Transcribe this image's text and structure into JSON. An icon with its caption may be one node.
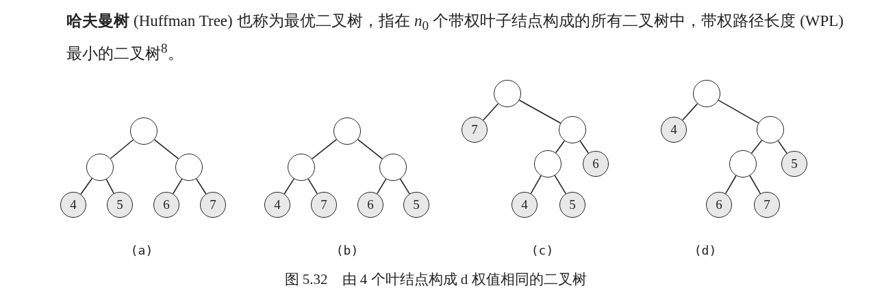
{
  "diagram": {
    "caption": "图 5.32　由 4 个叶结点构成 d 权值相同的二叉树",
    "nodes": [
      {
        "text": [],
        "shape": "circle"
      },
      {
        "text": [],
        "shape": "circle"
      },
      {
        "text": [],
        "shape": "circle"
      },
      {
        "text": [
          "4"
        ]
      },
      {
        "text": [
          "5"
        ]
      },
      {
        "text": [
          "6"
        ]
      },
      {
        "text": [
          "7"
        ]
      },
      {
        "text": [],
        "shape": "circle"
      },
      {
        "text": [],
        "shape": "circle"
      },
      {
        "text": [],
        "shape": "circle"
      },
      {
        "text": [
          "4"
        ]
      },
      {
        "text": [
          "7"
        ]
      },
      {
        "text": [
          "6"
        ]
      },
      {
        "text": [
          "5"
        ]
      },
      {
        "text": [],
        "shape": "circle"
      },
      {
        "text": [
          "7"
        ]
      },
      {
        "text": [],
        "shape": "circle"
      },
      {
        "text": [],
        "shape": "circle"
      },
      {
        "text": [
          "6"
        ]
      },
      {
        "text": [
          "4"
        ]
      },
      {
        "text": [
          "5"
        ]
      },
      {
        "text": [],
        "shape": "circle"
      },
      {
        "text": [
          "4"
        ]
      },
      {
        "text": [],
        "shape": "circle"
      },
      {
        "text": [],
        "shape": "circle"
      },
      {
        "text": [
          "5"
        ]
      },
      {
        "text": [
          "6"
        ]
      },
      {
        "text": [
          "7"
        ]
      }
    ],
    "edges": [
      {
        "from": 0,
        "to": 1,
        "arrow": "none"
      },
      {
        "from": 0,
        "to": 2,
        "arrow": "none"
      },
      {
        "from": 1,
        "to": 3,
        "arrow": "none"
      },
      {
        "from": 1,
        "to": 4,
        "arrow": "none"
      },
      {
        "from": 2,
        "to": 5,
        "arrow": "none"
      },
      {
        "from": 2,
        "to": 6,
        "arrow": "none"
      },
      {
        "from": 7,
        "to": 8,
        "arrow": "none"
      },
      {
        "from": 7,
        "to": 9,
        "arrow": "none"
      },
      {
        "from": 8,
        "to": 10,
        "arrow": "none"
      },
      {
        "from": 8,
        "to": 11,
        "arrow": "none"
      },
      {
        "from": 9,
        "to": 12,
        "arrow": "none"
      },
      {
        "from": 9,
        "to": 13,
        "arrow": "none"
      },
      {
        "from": 14,
        "to": 15,
        "arrow": "none"
      },
      {
        "from": 14,
        "to": 16,
        "arrow": "none"
      },
      {
        "from": 16,
        "to": 17,
        "arrow": "none"
      },
      {
        "from": 16,
        "to": 18,
        "arrow": "none"
      },
      {
        "from": 17,
        "to": 19,
        "arrow": "none"
      },
      {
        "from": 17,
        "to": 20,
        "arrow": "none"
      },
      {
        "from": 21,
        "to": 22,
        "arrow": "none"
      },
      {
        "from": 21,
        "to": 23,
        "arrow": "none"
      },
      {
        "from": 23,
        "to": 24,
        "arrow": "none"
      },
      {
        "from": 23,
        "to": 25,
        "arrow": "none"
      },
      {
        "from": 24,
        "to": 26,
        "arrow": "none"
      },
      {
        "from": 24,
        "to": 27,
        "arrow": "none"
      }
    ],
    "labels": [
      "**哈夫曼树** (Huffman Tree) 也称为最优二叉树，指在 *n*$_{0}$ 个带权叶子结点构成的所有二叉树中，带权路径长度 (WPL) 最小的二叉树$^{8}$。",
      "(a)",
      "(b)",
      "(c)",
      "(d)"
    ]
  }
}
